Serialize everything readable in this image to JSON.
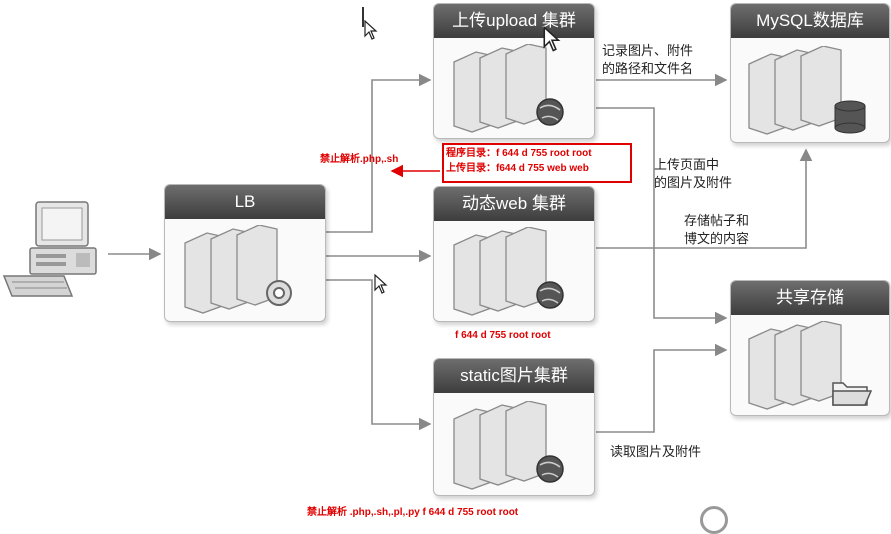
{
  "nodes": {
    "lb": {
      "title": "LB"
    },
    "upload": {
      "title": "上传upload 集群"
    },
    "dynamic": {
      "title": "动态web 集群"
    },
    "static": {
      "title": "static图片集群"
    },
    "mysql": {
      "title": "MySQL数据库"
    },
    "storage": {
      "title": "共享存储"
    }
  },
  "labels": {
    "record_paths": [
      "记录图片、附件",
      "的路径和文件名"
    ],
    "upload_images": [
      "上传页面中",
      "的图片及附件"
    ],
    "store_posts": [
      "存储帖子和",
      "博文的内容"
    ],
    "read_images": "读取图片及附件"
  },
  "annotations": {
    "program_dir": "程序目录：f 644 d 755 root root",
    "upload_dir": "上传目录：f644 d 755  web web",
    "no_parse_upload": "禁止解析.php,.sh",
    "dynamic_perms": "f 644 d 755 root root",
    "no_parse_static": "禁止解析 .php,.sh,.pl,.py   f 644 d 755 root root"
  },
  "colors": {
    "header": "#4a4a4a",
    "annotation": "#e00000",
    "arrow": "#888888"
  }
}
